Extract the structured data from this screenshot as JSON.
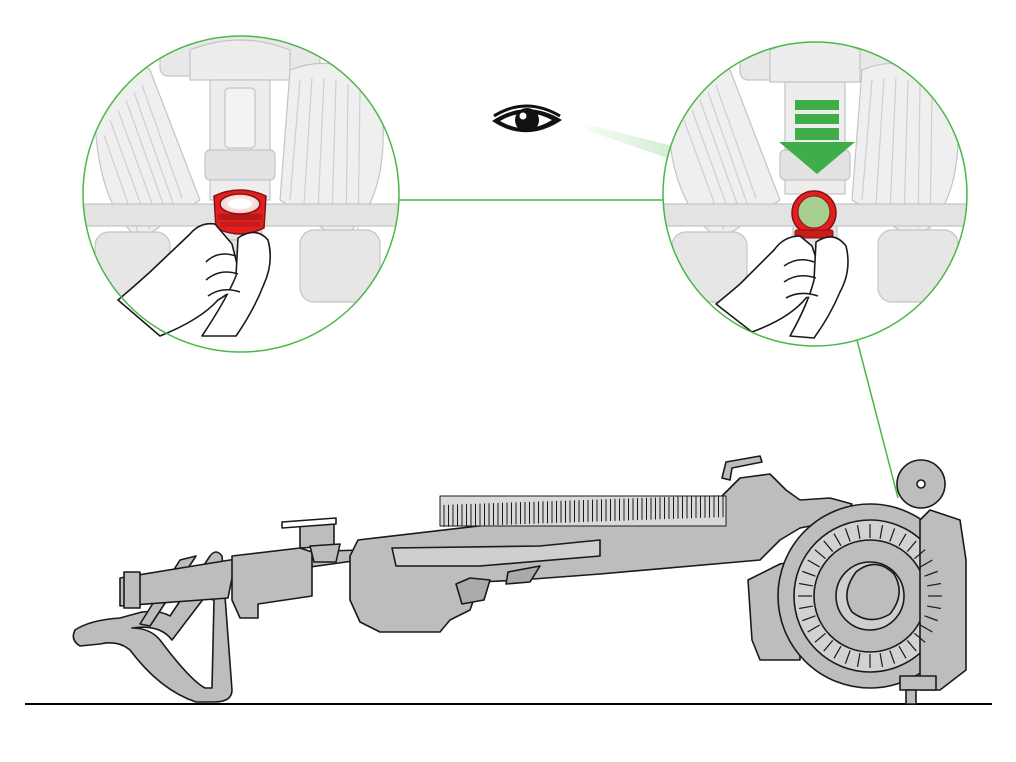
{
  "diagram": {
    "colors": {
      "connector_green": "#4cb64a",
      "arrow_green": "#3fae49",
      "ring_red": "#e02020",
      "ring_red_dark": "#a01010",
      "machine_gray": "#bdbdbe",
      "machine_outline": "#1a1a1a",
      "detail_gray": "#e6e6e6",
      "detail_line": "#c4c4c4",
      "skin": "#ffffff",
      "ground": "#000000"
    },
    "steps": [
      {
        "name": "grip-red-cap",
        "state": "before"
      },
      {
        "name": "check-cap-seated",
        "state": "after",
        "has_eye": true,
        "has_down_arrow": true
      }
    ],
    "icons": [
      "eye-icon",
      "down-arrow-icon"
    ]
  }
}
